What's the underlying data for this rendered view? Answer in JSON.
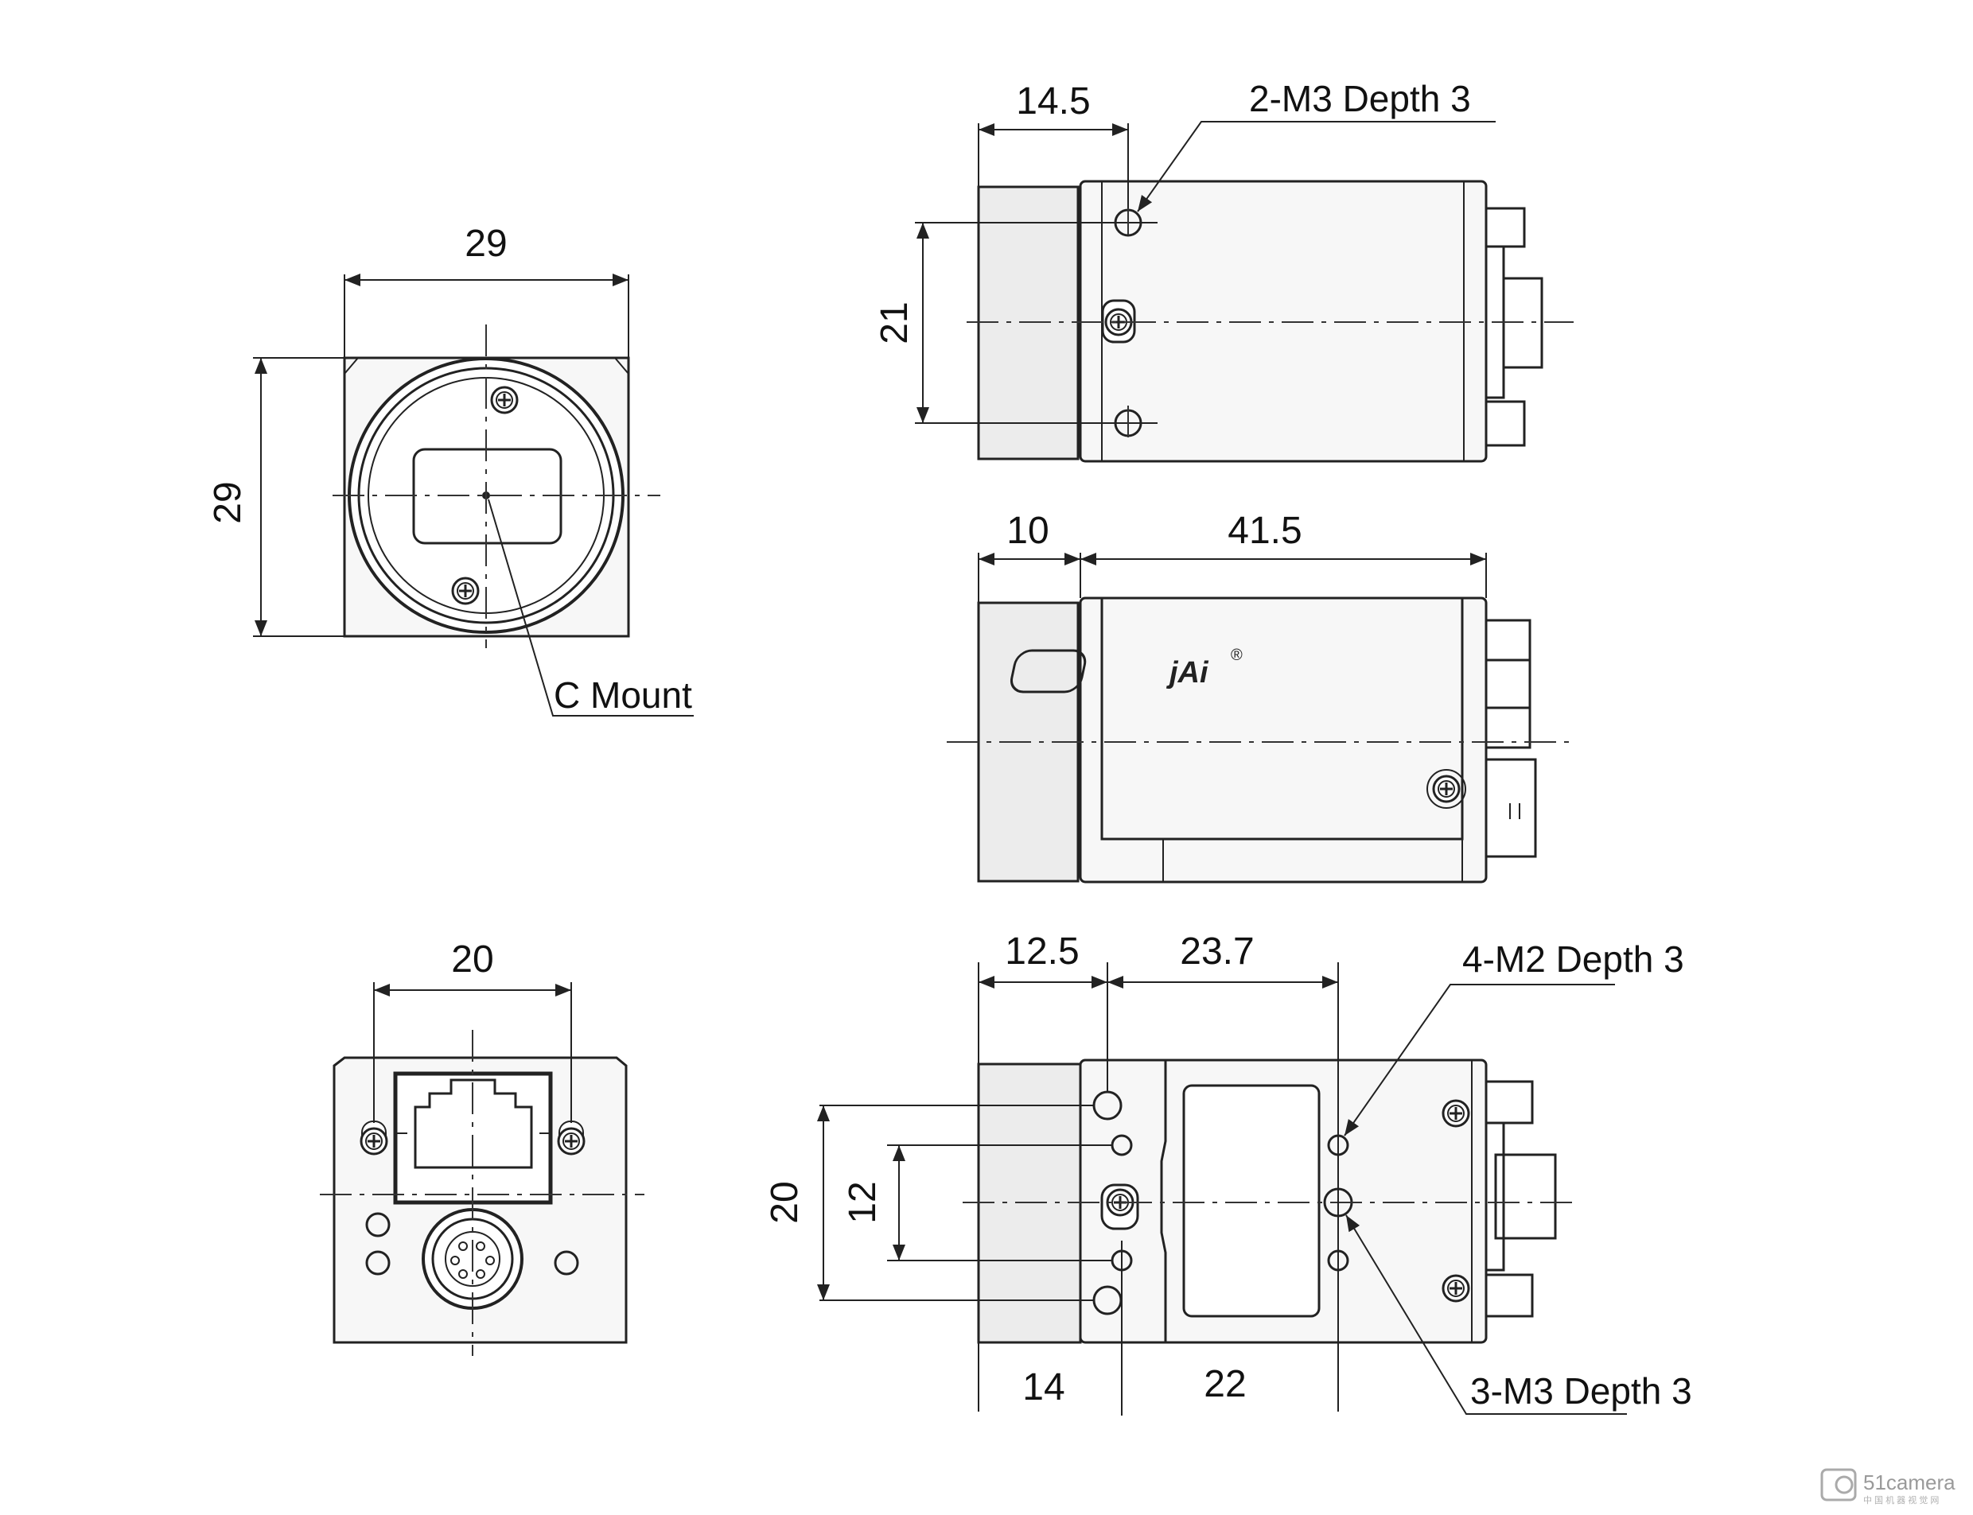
{
  "dimensions": {
    "front_width": "29",
    "front_height": "29",
    "top_lens_offset": "14.5",
    "top_hole_spacing": "21",
    "side_lens_length": "10",
    "side_body_length": "41.5",
    "rear_screw_spacing": "20",
    "bottom_offset_a": "12.5",
    "bottom_offset_b": "23.7",
    "bottom_span_outer": "20",
    "bottom_span_inner": "12",
    "bottom_offset_c": "14",
    "bottom_offset_d": "22"
  },
  "notes": {
    "c_mount": "C Mount",
    "top_holes": "2-M3 Depth 3",
    "bottom_m2_holes": "4-M2 Depth 3",
    "bottom_m3_holes": "3-M3 Depth 3"
  },
  "logo": {
    "text": "jAi",
    "mark": "®"
  },
  "watermark": {
    "text": "51camera",
    "subtext": "中 国 机 器 视 觉 网"
  },
  "colors": {
    "line": "#222222",
    "background": "#ffffff",
    "fill": "#f7f7f7"
  }
}
